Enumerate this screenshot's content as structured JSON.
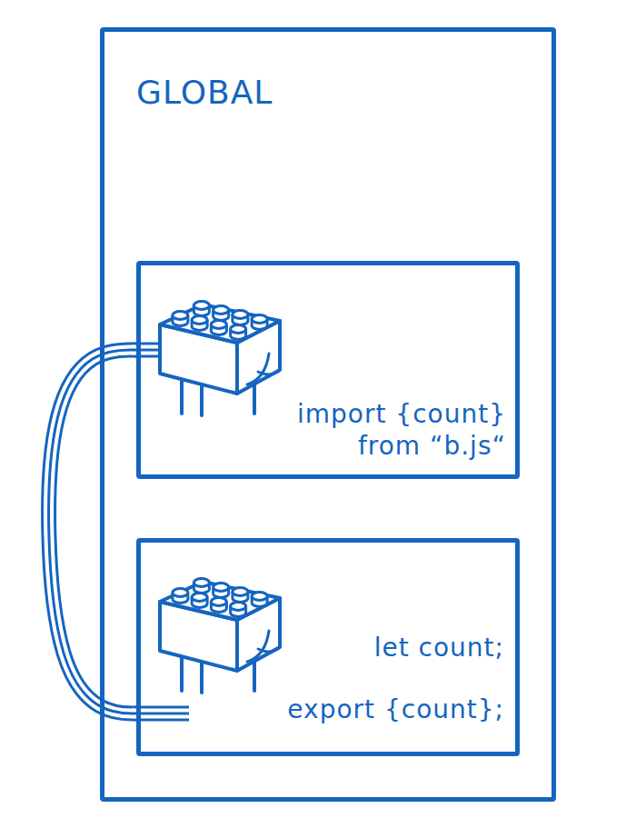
{
  "diagram": {
    "nodes": [
      {
        "text": [
          "GLOBAL"
        ]
      },
      {
        "text": [
          "import {count} from “b.js“"
        ],
        "in": 0
      },
      {
        "text": [
          "let count;",
          "export {count};"
        ],
        "in": 0
      }
    ],
    "edges": [
      {
        "from": 1,
        "to": 2,
        "arrow": "none"
      }
    ]
  }
}
